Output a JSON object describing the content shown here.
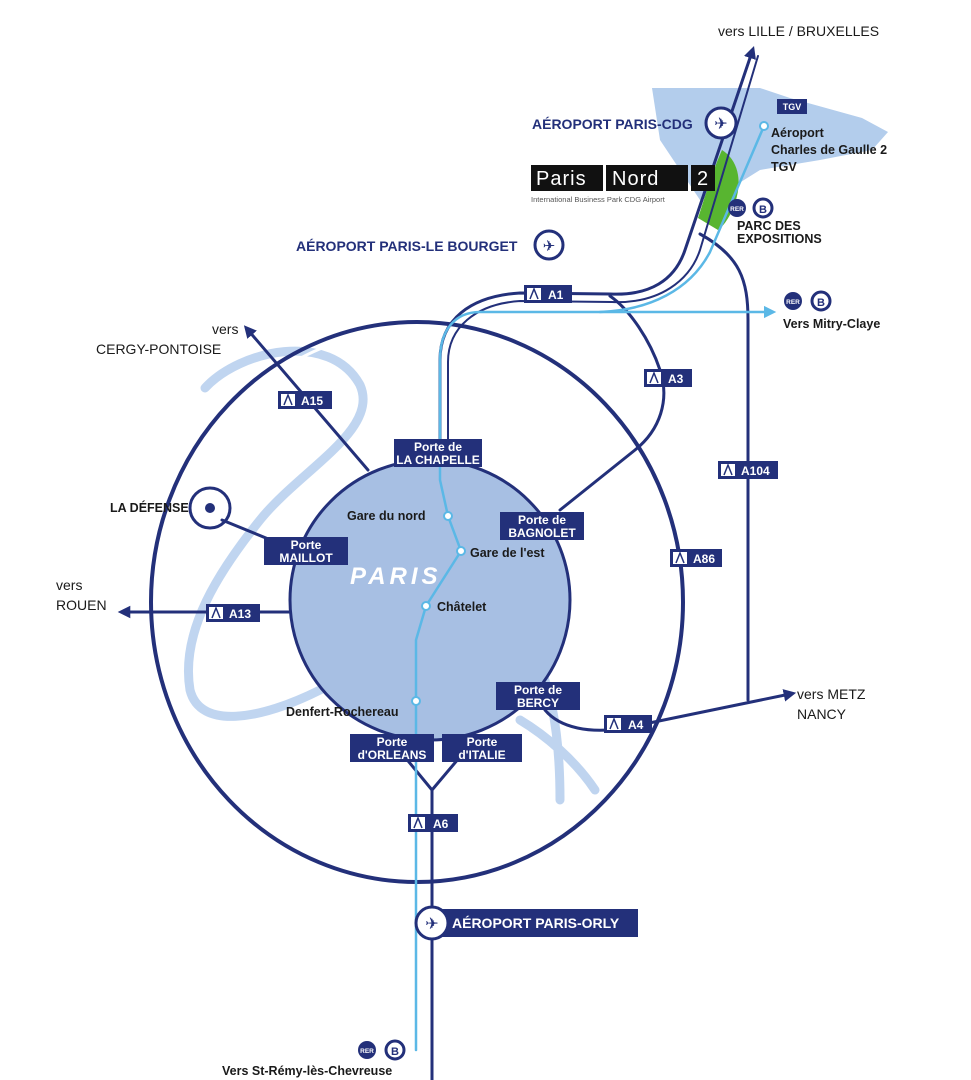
{
  "destinations": {
    "lille": "vers LILLE / BRUXELLES",
    "cergy_vers": "vers",
    "cergy": "CERGY-PONTOISE",
    "rouen_vers": "vers",
    "rouen": "ROUEN",
    "metz_line1": "vers METZ",
    "metz_line2": "NANCY"
  },
  "airports": {
    "cdg": "AÉROPORT PARIS-CDG",
    "le_bourget": "AÉROPORT PARIS-LE BOURGET",
    "orly": "AÉROPORT PARIS-ORLY"
  },
  "stations": {
    "cdg2_line1": "Aéroport",
    "cdg2_line2": "Charles de Gaulle 2",
    "cdg2_line3": "TGV",
    "tgv_logo": "TGV",
    "parc_line1": "PARC DES",
    "parc_line2": "EXPOSITIONS",
    "mitry": "Vers Mitry-Claye",
    "st_remy": "Vers St-Rémy-lès-Chevreuse",
    "gare_du_nord": "Gare du nord",
    "gare_de_lest": "Gare de l'est",
    "chatelet": "Châtelet",
    "denfert": "Denfert-Rochereau",
    "la_defense": "LA DÉFENSE"
  },
  "rer": {
    "rer_label": "RER",
    "line": "B"
  },
  "city": {
    "name": "PARIS"
  },
  "paris_nord_2": {
    "word1": "Paris",
    "word2": "Nord",
    "num": "2",
    "subtitle": "International Business Park CDG Airport"
  },
  "portes": {
    "chapelle_1": "Porte de",
    "chapelle_2": "LA CHAPELLE",
    "maillot_1": "Porte",
    "maillot_2": "MAILLOT",
    "bagnolet_1": "Porte de",
    "bagnolet_2": "BAGNOLET",
    "bercy_1": "Porte de",
    "bercy_2": "BERCY",
    "orleans_1": "Porte",
    "orleans_2": "d'ORLEANS",
    "italie_1": "Porte",
    "italie_2": "d'ITALIE"
  },
  "motorways": {
    "a1": "A1",
    "a3": "A3",
    "a15": "A15",
    "a104": "A104",
    "a86": "A86",
    "a13": "A13",
    "a4": "A4",
    "a6": "A6"
  },
  "colors": {
    "road": "#23307a",
    "sign_bg": "#23307a",
    "rer_line": "#5bb8e6",
    "city_fill": "#a7bfe3",
    "river": "#b9d0ee",
    "airport_area": "#b3cdec",
    "park_green": "#58b530"
  }
}
